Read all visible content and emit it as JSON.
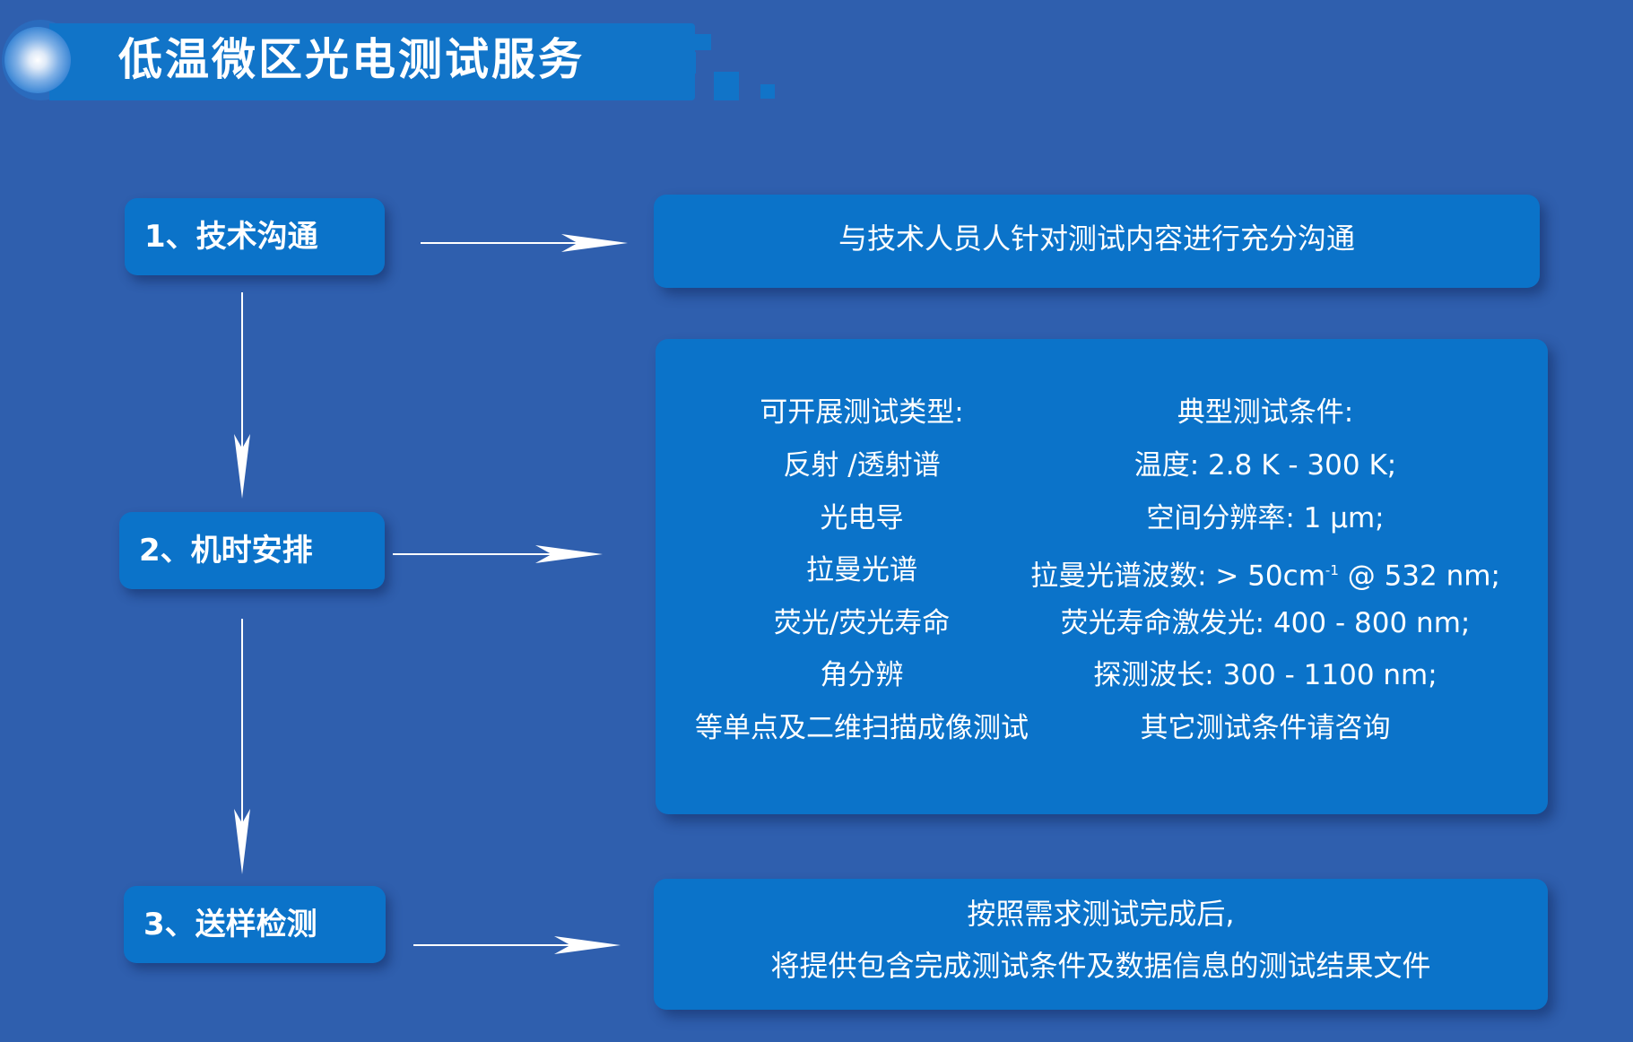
{
  "header": {
    "title": "低温微区光电测试服务"
  },
  "steps": [
    {
      "label": "1、技术沟通"
    },
    {
      "label": "2、机时安排"
    },
    {
      "label": "3、送样检测"
    }
  ],
  "box1": {
    "text": "与技术人员人针对测试内容进行充分沟通"
  },
  "box2": {
    "left_header": "可开展测试类型:",
    "right_header": "典型测试条件:",
    "test_types": [
      "反射 /透射谱",
      "光电导",
      "拉曼光谱",
      "荧光/荧光寿命",
      "角分辨",
      "等单点及二维扫描成像测试"
    ],
    "conditions": [
      "温度: 2.8 K - 300 K;",
      "空间分辨率: 1 μm;",
      "拉曼光谱波数: > 50cm",
      "荧光寿命激发光: 400 - 800 nm;",
      "探测波长: 300 - 1100 nm;",
      "其它测试条件请咨询"
    ],
    "raman_superscript": "-1",
    "raman_suffix": " @ 532 nm;"
  },
  "box3": {
    "line1": "按照需求测试完成后,",
    "line2": "将提供包含完成测试条件及数据信息的测试结果文件"
  },
  "colors": {
    "background": "#2f5fae",
    "box": "#0b73c9",
    "header_bar": "#1174c8",
    "text": "#ffffff"
  }
}
